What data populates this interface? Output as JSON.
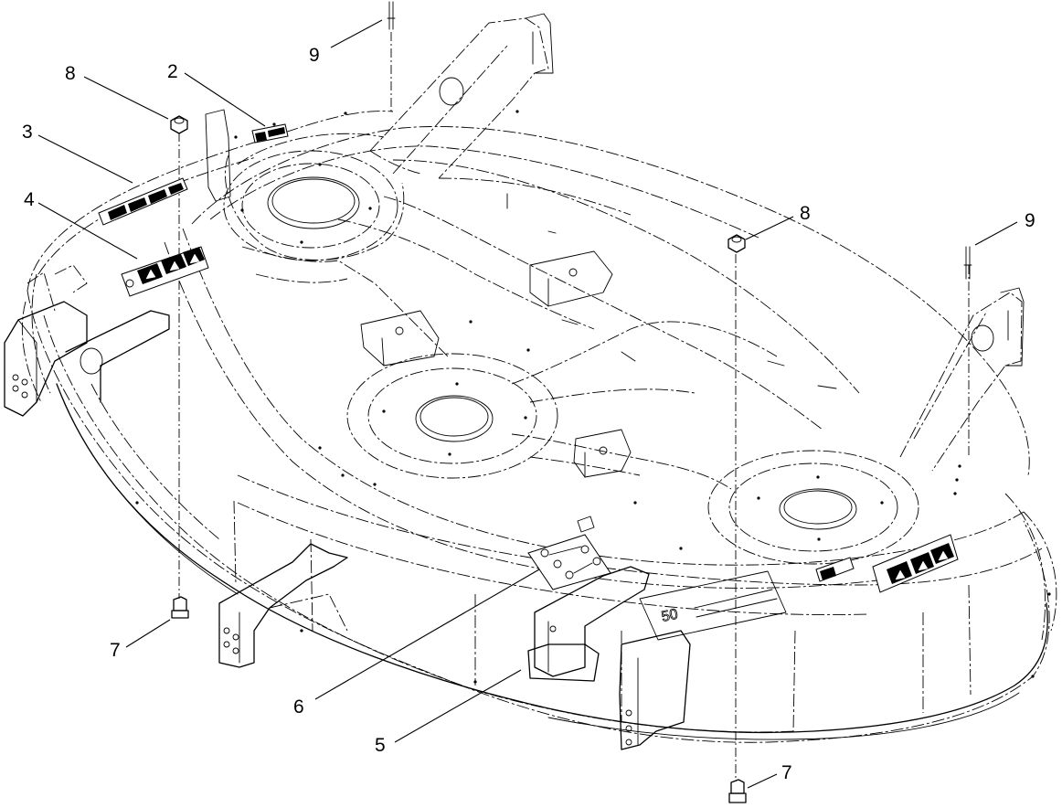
{
  "diagram": {
    "callouts": [
      {
        "id": "c9a",
        "label": "9"
      },
      {
        "id": "c8a",
        "label": "8"
      },
      {
        "id": "c2",
        "label": "2"
      },
      {
        "id": "c3",
        "label": "3"
      },
      {
        "id": "c4",
        "label": "4"
      },
      {
        "id": "c8b",
        "label": "8"
      },
      {
        "id": "c9b",
        "label": "9"
      },
      {
        "id": "c7a",
        "label": "7"
      },
      {
        "id": "c6",
        "label": "6"
      },
      {
        "id": "c5",
        "label": "5"
      },
      {
        "id": "c7b",
        "label": "7"
      }
    ]
  }
}
